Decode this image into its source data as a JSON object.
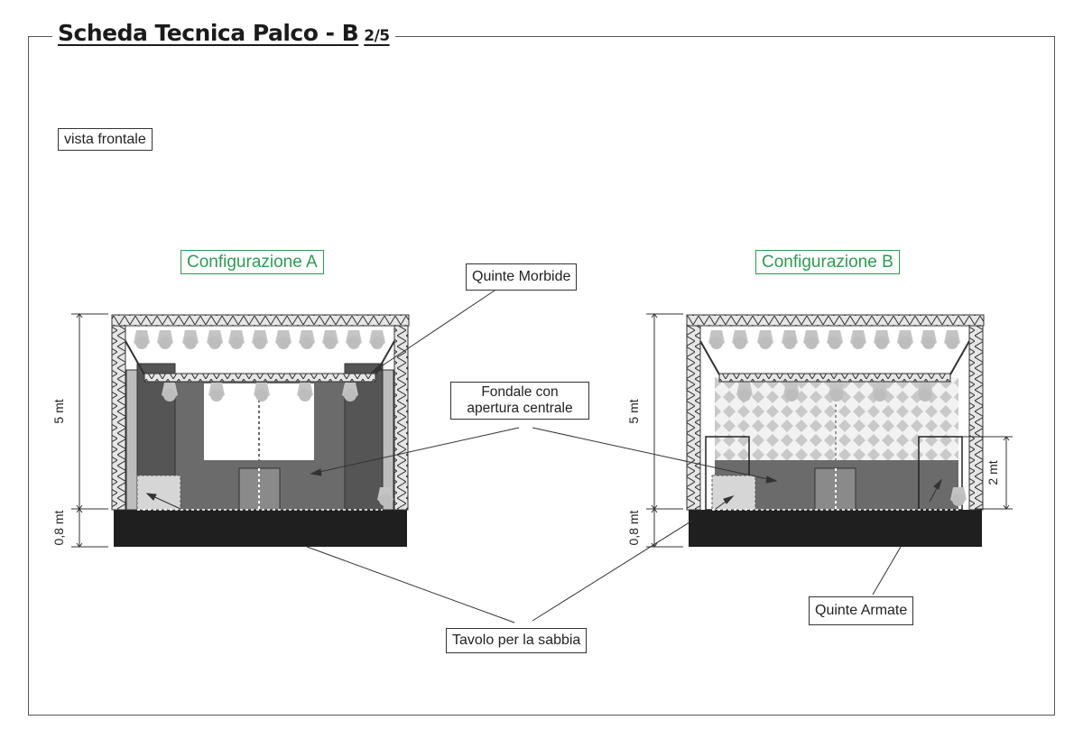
{
  "title": {
    "main": "Scheda Tecnica Palco - B",
    "page": "2/5"
  },
  "view_label": "vista frontale",
  "configurations": [
    {
      "label": "Configurazione A"
    },
    {
      "label": "Configurazione B"
    }
  ],
  "callouts": {
    "quinte_morbide": "Quinte Morbide",
    "fondale": "Fondale con apertura centrale",
    "tavolo": "Tavolo per la sabbia",
    "quinte_armate": "Quinte Armate"
  },
  "dimensions": {
    "stage_height": "5 mt",
    "table_height": "0,8 mt",
    "wing_height": "2 mt"
  },
  "colors": {
    "accent": "#2f9a53",
    "backdrop": "#6b6b6b",
    "table": "#1f1f1f",
    "truss": "#cfcfcf",
    "light": "#bdbdbd"
  }
}
